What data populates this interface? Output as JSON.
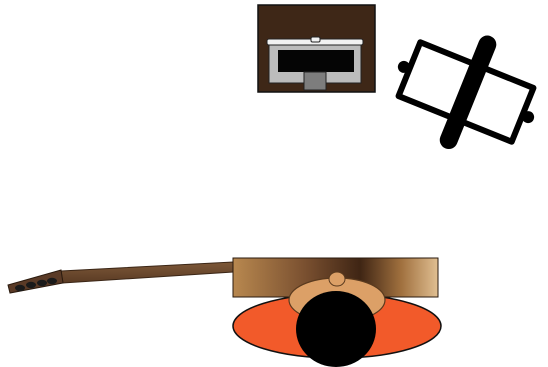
{
  "scene": {
    "background": "#ffffff",
    "objects": [
      "amplifier",
      "microphone-stand",
      "guitar",
      "guitarist"
    ],
    "colors": {
      "amp_body": "#3e2717",
      "amp_panel": "#bcbcbc",
      "amp_slot": "#050505",
      "amp_handle": "#f2f2f2",
      "amp_outline": "#111111",
      "mic_stand_outline": "#000000",
      "mic_stand_fill": "#ffffff",
      "guitar_neck": "#6b4a30",
      "guitar_headstock": "#5a3a26",
      "tuning_peg": "#1a1a1a",
      "guitar_body_dark": "#4a2c18",
      "guitar_body_mid": "#9a6a3c",
      "guitar_body_light": "#d9b68a",
      "rug": "#f25a2a",
      "rug_outline": "#111111",
      "arms": "#dca067",
      "head": "#000000"
    }
  }
}
